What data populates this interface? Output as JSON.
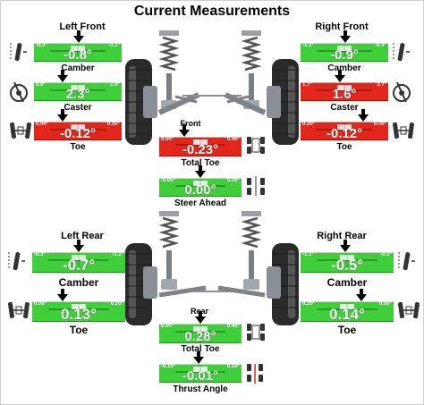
{
  "title": "Current Measurements",
  "colors": {
    "ok": "#3fcf3a",
    "bad": "#e2261c",
    "arrow": "#000000"
  },
  "left_front": {
    "heading": "Left Front",
    "camber": {
      "label": "Camber",
      "value": "-0.8°",
      "min": "-0.3°",
      "max": "-1.1°",
      "status": "ok",
      "icon": "camber-icon"
    },
    "caster": {
      "label": "Caster",
      "value": "2.3°",
      "min": "0.9°",
      "max": "2.0°",
      "status": "ok",
      "icon": "caster-icon"
    },
    "toe": {
      "label": "Toe",
      "value": "-0.12°",
      "min": "0.00°",
      "max": "0.20°",
      "status": "bad",
      "icon": "toe-icon"
    }
  },
  "right_front": {
    "heading": "Right Front",
    "camber": {
      "label": "Camber",
      "value": "-0.9°",
      "min": "-1.1°",
      "max": "-0.3°",
      "status": "ok",
      "icon": "camber-icon"
    },
    "caster": {
      "label": "Caster",
      "value": "1.6°",
      "min": "1.7°",
      "max": "3.7°",
      "status": "bad",
      "icon": "caster-icon"
    },
    "toe": {
      "label": "Toe",
      "value": "-0.12°",
      "min": "0.20°",
      "max": "0.00°",
      "status": "bad",
      "icon": "toe-icon"
    }
  },
  "front_center": {
    "heading": "Front",
    "total_toe": {
      "label": "Total Toe",
      "value": "-0.23°",
      "min": "0.00°",
      "max": "0.40°",
      "status": "bad",
      "icon": "total-toe-icon"
    },
    "steer_ahead": {
      "label": "Steer Ahead",
      "value": "0.00°",
      "min": "-0.05°",
      "max": "0.05°",
      "status": "ok",
      "icon": "steer-ahead-icon"
    }
  },
  "left_rear": {
    "heading": "Left Rear",
    "camber": {
      "label": "Camber",
      "value": "-0.7°",
      "min": "-0.3°",
      "max": "-1.1°",
      "status": "ok",
      "icon": "camber-icon"
    },
    "toe": {
      "label": "Toe",
      "value": "0.13°",
      "min": "0.00°",
      "max": "0.20°",
      "status": "ok",
      "icon": "toe-icon"
    }
  },
  "right_rear": {
    "heading": "Right Rear",
    "camber": {
      "label": "Camber",
      "value": "-0.5°",
      "min": "-1.1°",
      "max": "-0.3°",
      "status": "ok",
      "icon": "camber-icon"
    },
    "toe": {
      "label": "Toe",
      "value": "0.14°",
      "min": "0.20°",
      "max": "0.00°",
      "status": "ok",
      "icon": "toe-icon"
    }
  },
  "rear_center": {
    "heading": "Rear",
    "total_toe": {
      "label": "Total Toe",
      "value": "0.28°",
      "min": "0.00°",
      "max": "0.40°",
      "status": "ok",
      "icon": "total-toe-icon"
    },
    "thrust_angle": {
      "label": "Thrust Angle",
      "value": "-0.01°",
      "min": "-0.10°",
      "max": "0.10°",
      "status": "ok",
      "icon": "thrust-angle-icon"
    }
  },
  "illustrations": {
    "front_suspension": "front-suspension-illustration",
    "rear_suspension": "rear-suspension-illustration"
  }
}
